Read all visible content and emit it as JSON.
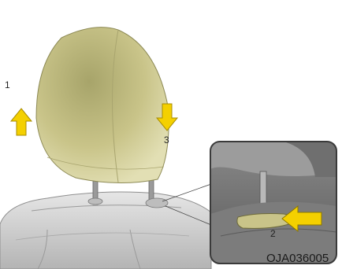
{
  "steps": [
    {
      "number": "1",
      "action": "raise-headrest"
    },
    {
      "number": "3",
      "action": "lower-headrest"
    },
    {
      "number": "2",
      "action": "press-release-button"
    }
  ],
  "figure_code": "OJA036005",
  "colors": {
    "headrest": "#c9c489",
    "arrow": "#f4d000",
    "seat": "#c8c8c8",
    "inset_frame": "#3a3a3a"
  }
}
